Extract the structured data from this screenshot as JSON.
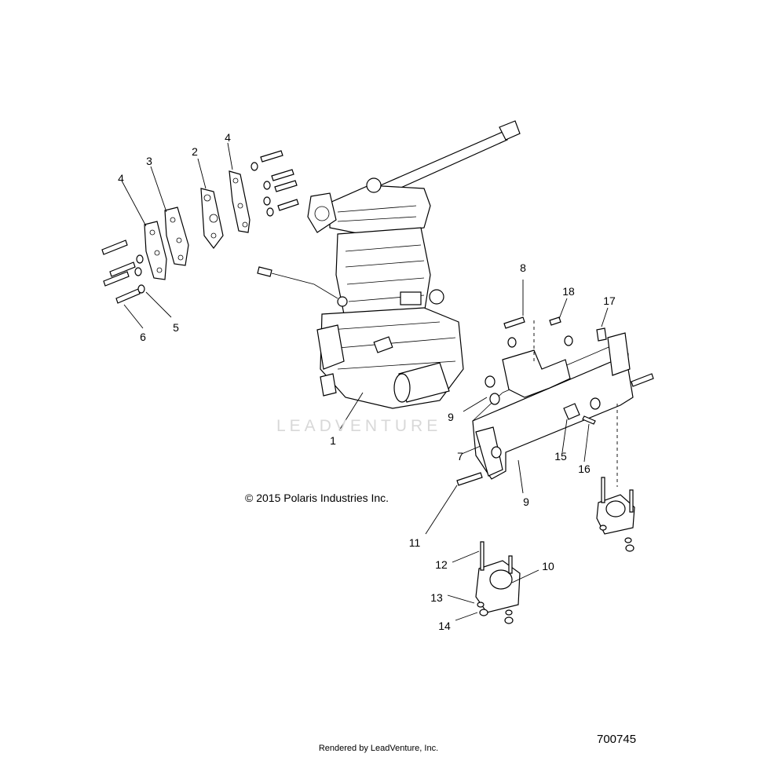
{
  "copyright": "© 2015 Polaris Industries Inc.",
  "watermark": "LEADVENTURE",
  "footer": {
    "rendered_by": "Rendered by LeadVenture, Inc."
  },
  "drawing_number": "700745",
  "callouts": [
    {
      "id": "c1",
      "label": "1"
    },
    {
      "id": "c2",
      "label": "2"
    },
    {
      "id": "c3",
      "label": "3"
    },
    {
      "id": "c4a",
      "label": "4"
    },
    {
      "id": "c4b",
      "label": "4"
    },
    {
      "id": "c5",
      "label": "5"
    },
    {
      "id": "c6",
      "label": "6"
    },
    {
      "id": "c7",
      "label": "7"
    },
    {
      "id": "c8",
      "label": "8"
    },
    {
      "id": "c9a",
      "label": "9"
    },
    {
      "id": "c9b",
      "label": "9"
    },
    {
      "id": "c10",
      "label": "10"
    },
    {
      "id": "c11",
      "label": "11"
    },
    {
      "id": "c12",
      "label": "12"
    },
    {
      "id": "c13",
      "label": "13"
    },
    {
      "id": "c14",
      "label": "14"
    },
    {
      "id": "c15",
      "label": "15"
    },
    {
      "id": "c16",
      "label": "16"
    },
    {
      "id": "c17",
      "label": "17"
    },
    {
      "id": "c18",
      "label": "18"
    }
  ]
}
